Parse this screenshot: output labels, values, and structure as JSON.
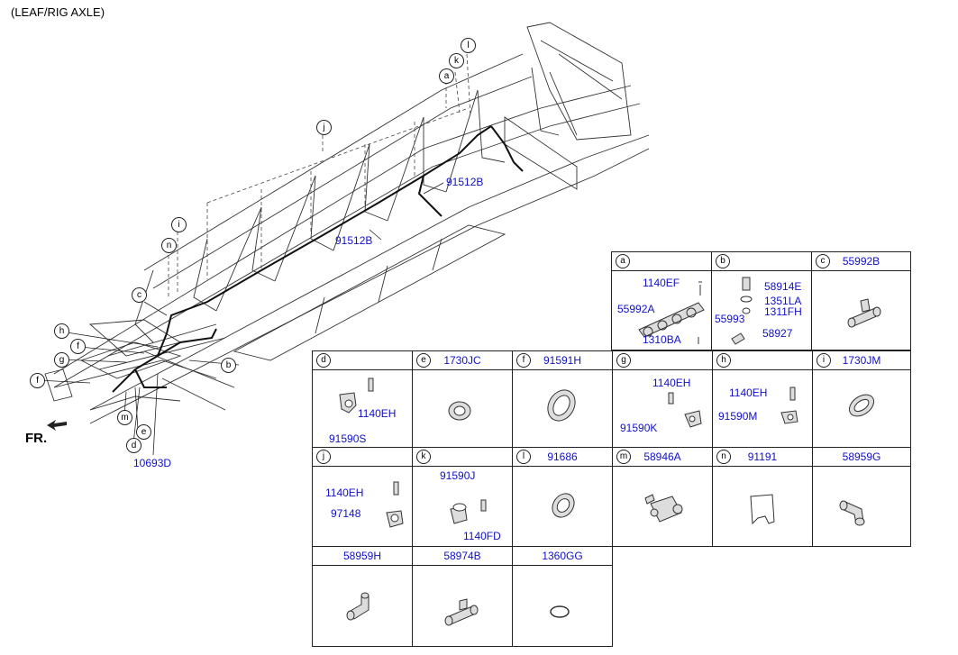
{
  "title": "(LEAF/RIG AXLE)",
  "direction": "FR.",
  "main": {
    "callouts": [
      "a",
      "k",
      "l",
      "j",
      "i",
      "n",
      "c",
      "h",
      "f",
      "g",
      "f",
      "b",
      "m",
      "e",
      "d"
    ],
    "part_labels": [
      "91512B",
      "91512B",
      "10693D"
    ]
  },
  "cells": [
    {
      "key": "a",
      "title": "",
      "parts": [
        "1140EF",
        "55992A",
        "1310BA"
      ]
    },
    {
      "key": "b",
      "title": "",
      "parts": [
        "58914E",
        "1351LA",
        "1311FH",
        "55993",
        "58927"
      ]
    },
    {
      "key": "c",
      "title": "55992B",
      "parts": []
    },
    {
      "key": "d",
      "title": "",
      "parts": [
        "1140EH",
        "91590S"
      ]
    },
    {
      "key": "e",
      "title": "1730JC",
      "parts": []
    },
    {
      "key": "f",
      "title": "91591H",
      "parts": []
    },
    {
      "key": "g",
      "title": "",
      "parts": [
        "1140EH",
        "91590K"
      ]
    },
    {
      "key": "h",
      "title": "",
      "parts": [
        "1140EH",
        "91590M"
      ]
    },
    {
      "key": "i",
      "title": "1730JM",
      "parts": []
    },
    {
      "key": "j",
      "title": "",
      "parts": [
        "1140EH",
        "97148"
      ]
    },
    {
      "key": "k",
      "title": "",
      "parts": [
        "91590J",
        "1140FD"
      ]
    },
    {
      "key": "l",
      "title": "91686",
      "parts": []
    },
    {
      "key": "m",
      "title": "58946A",
      "parts": []
    },
    {
      "key": "n",
      "title": "91191",
      "parts": []
    },
    {
      "key": "",
      "title": "58959G",
      "parts": []
    },
    {
      "key": "",
      "title": "58959H",
      "parts": []
    },
    {
      "key": "",
      "title": "58974B",
      "parts": []
    },
    {
      "key": "",
      "title": "1360GG",
      "parts": []
    }
  ]
}
